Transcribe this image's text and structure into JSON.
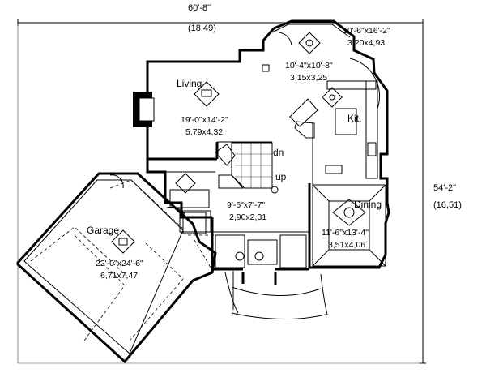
{
  "dimensions": {
    "width_imperial": "60'-8\"",
    "width_metric": "(18,49)",
    "depth_imperial": "54'-2\"",
    "depth_metric": "(16,51)"
  },
  "rooms": {
    "living": {
      "name": "Living",
      "size_imperial": "19'-0\"x14'-2\"",
      "size_metric": "5,79x4,32"
    },
    "kitchen": {
      "name": "Kit."
    },
    "nook": {
      "size_imperial": "10'-4\"x10'-8\"",
      "size_metric": "3,15x3,25"
    },
    "upper_room": {
      "size_imperial": "10'-6\"x16'-2\"",
      "size_metric": "3,20x4,93"
    },
    "den": {
      "size_imperial": "9'-6\"x7'-7\"",
      "size_metric": "2,90x2,31"
    },
    "dining": {
      "name": "Dining",
      "size_imperial": "11'-6\"x13'-4\"",
      "size_metric": "3,51x4,06"
    },
    "garage": {
      "name": "Garage",
      "size_imperial": "22'-0\"x24'-6\"",
      "size_metric": "6,71x7,47"
    }
  },
  "stairs": {
    "down": "dn",
    "up": "up"
  }
}
